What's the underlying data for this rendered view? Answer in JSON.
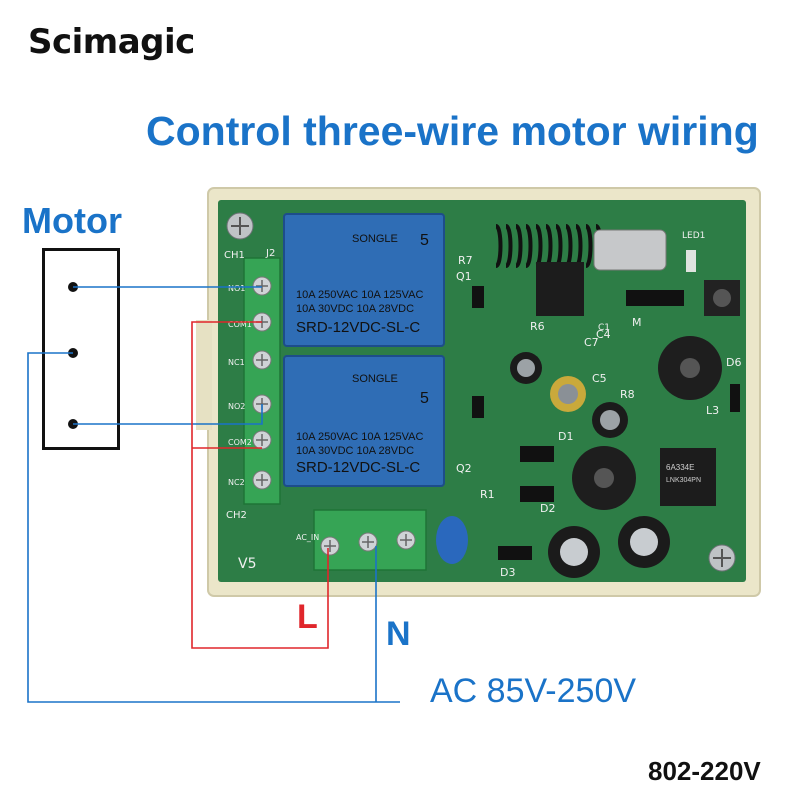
{
  "brand": "Scimagic",
  "title": "Control three-wire motor wiring",
  "motor": {
    "label": "Motor"
  },
  "board": {
    "labels": {
      "ch1": "CH1",
      "j2": "J2",
      "ch2": "CH2",
      "v5": "V5",
      "ac_in": "AC_IN",
      "r7": "R7",
      "q1": "Q1",
      "r6": "R6",
      "c7": "C7",
      "c5": "C5",
      "c4": "C4",
      "r8": "R8",
      "d6": "D6",
      "l3": "L3",
      "q2": "Q2",
      "d1": "D1",
      "r1": "R1",
      "d2": "D2",
      "d3": "D3",
      "led1": "LED1",
      "m": "M",
      "c1": "C1",
      "ic": "LNK304PN",
      "ic_code": "6A334E"
    },
    "terminals": [
      "NO1",
      "COM1",
      "NC1",
      "NO2",
      "COM2",
      "NC2"
    ],
    "relays": [
      {
        "brand": "SONGLE",
        "digit": "5",
        "spec1": "10A 250VAC   10A 125VAC",
        "spec2": "10A 30VDC    10A 28VDC",
        "model": "SRD-12VDC-SL-C"
      },
      {
        "brand": "SONGLE",
        "digit": "5",
        "spec1": "10A 250VAC   10A 125VAC",
        "spec2": "10A 30VDC    10A 28VDC",
        "model": "SRD-12VDC-SL-C"
      }
    ]
  },
  "wires": {
    "live": "L",
    "neutral": "N",
    "supply": "AC 85V-250V"
  },
  "model_code": "802-220V",
  "colors": {
    "accent_blue": "#1a73c8",
    "live_red": "#e0262b",
    "pcb_green": "#2d7d46",
    "relay_blue": "#2f6db5",
    "terminal_green": "#36a455"
  }
}
